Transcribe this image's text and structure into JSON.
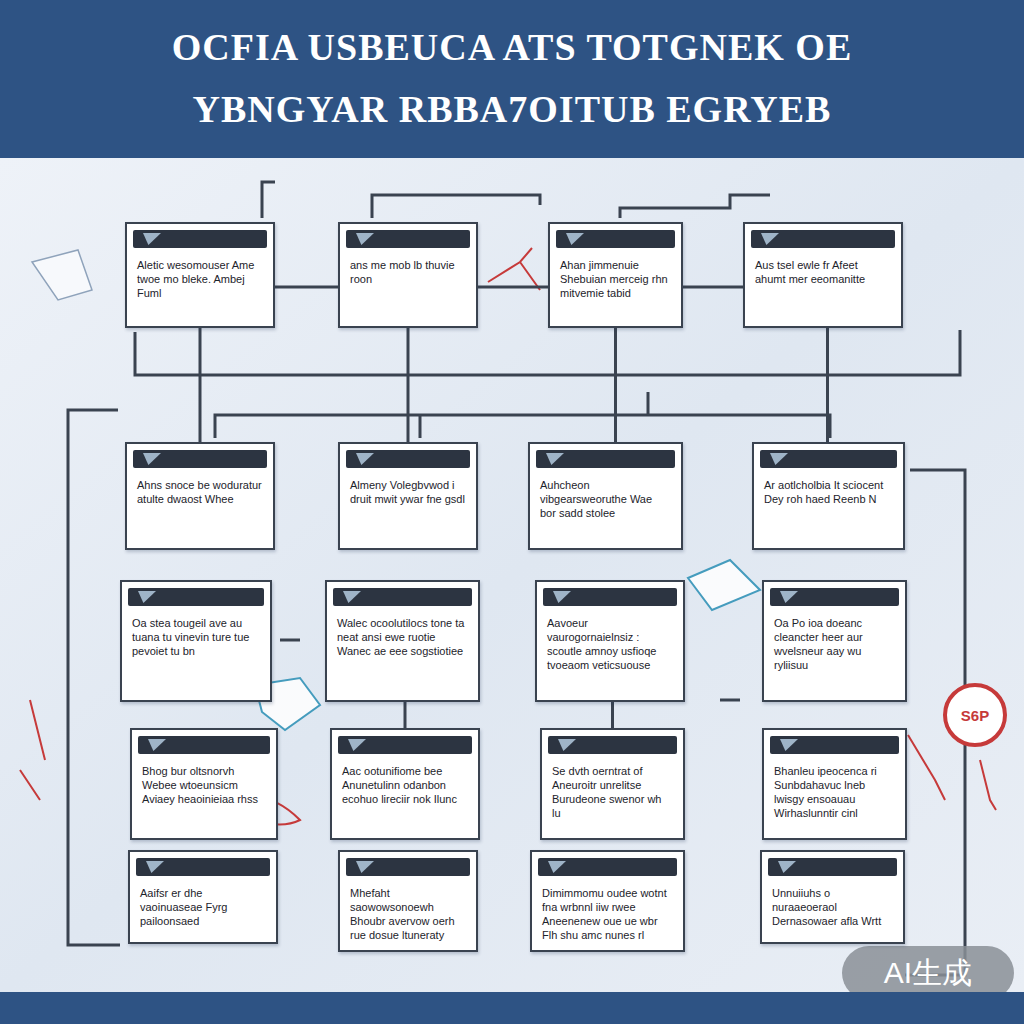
{
  "diagram": {
    "title": "OCFIA USBEUCA ATS TOTGNEK OE YBNGYAR RBBA7OITUB EGRYEB",
    "nodes": [
      {
        "text": [
          "Aletic wesomouser Ame twoe mo bleke. Ambej Fuml"
        ]
      },
      {
        "text": [
          "ans me mob lb thuvie roon"
        ]
      },
      {
        "text": [
          "Ahan jimmenuie Shebuian merceig rhn mitvemie tabid"
        ]
      },
      {
        "text": [
          "Aus tsel ewle fr Afeet ahumt mer eeomanitte"
        ]
      },
      {
        "text": [
          "Ahns snoce be woduratur atulte dwaost Whee"
        ]
      },
      {
        "text": [
          "Almeny Volegbvwod i druit mwit ywar fne gsdl"
        ]
      },
      {
        "text": [
          "Auhcheon vibgearsweoruthe Wae bor sadd stolee"
        ]
      },
      {
        "text": [
          "Ar aotlcholbia It sciocent Dey roh haed Reenb N"
        ]
      },
      {
        "text": [
          "Oa stea tougeil ave au tuana tu vinevin ture tue pevoiet tu bn"
        ]
      },
      {
        "text": [
          "Walec ocoolutilocs tone ta neat ansi ewe ruotie Wanec ae eee sogstiotiee"
        ]
      },
      {
        "text": [
          "Aavoeur vaurogornaielnsiz : scoutle amnoy usfioqe tvoeaom veticsuouse"
        ]
      },
      {
        "text": [
          "Oa Po ioa doeanc cleancter heer aur wvelsneur aay wu ryliisuu"
        ]
      },
      {
        "text": [
          "Bhog bur oltsnorvh Webee wtoeunsicm Aviaey heaoinieiaa rhss"
        ]
      },
      {
        "text": [
          "Aac ootunifiome bee Anunetulinn odanbon ecohuo lireciir nok Ilunc"
        ]
      },
      {
        "text": [
          "Se dvth oerntrat of Aneuroitr unrelitse Burudeone swenor wh lu"
        ]
      },
      {
        "text": [
          "Bhanleu ipeocenca ri Sunbdahavuc lneb lwisgy ensoauau Wirhaslunntir cinl"
        ]
      },
      {
        "text": [
          "Aaifsr er dhe vaoinuaseae Fyrg pailoonsaed"
        ]
      },
      {
        "text": [
          "Mhefaht saowowsonoewh Bhoubr avervow oerh rue dosue ltuneraty"
        ]
      },
      {
        "text": [
          "Dimimmomu oudee wotnt fna wrbnnl iiw rwee Aneenenew oue ue wbr Flh shu amc nunes rl"
        ]
      },
      {
        "text": [
          "Unnuiiuhs o nuraaeoeraol Dernasowaer afla Wrtt"
        ]
      }
    ],
    "edges": [
      {
        "from": 0,
        "to": 1,
        "arrow": "none"
      },
      {
        "from": 1,
        "to": 2,
        "arrow": "none"
      },
      {
        "from": 2,
        "to": 3,
        "arrow": "none"
      },
      {
        "from": 0,
        "to": 4,
        "arrow": "none"
      },
      {
        "from": 1,
        "to": 5,
        "arrow": "none"
      },
      {
        "from": 2,
        "to": 6,
        "arrow": "none"
      },
      {
        "from": 3,
        "to": 7,
        "arrow": "none"
      },
      {
        "from": 9,
        "to": 13,
        "arrow": "none"
      },
      {
        "from": 10,
        "to": 14,
        "arrow": "none"
      }
    ],
    "labels": [
      "S6P",
      "AI生成"
    ]
  }
}
